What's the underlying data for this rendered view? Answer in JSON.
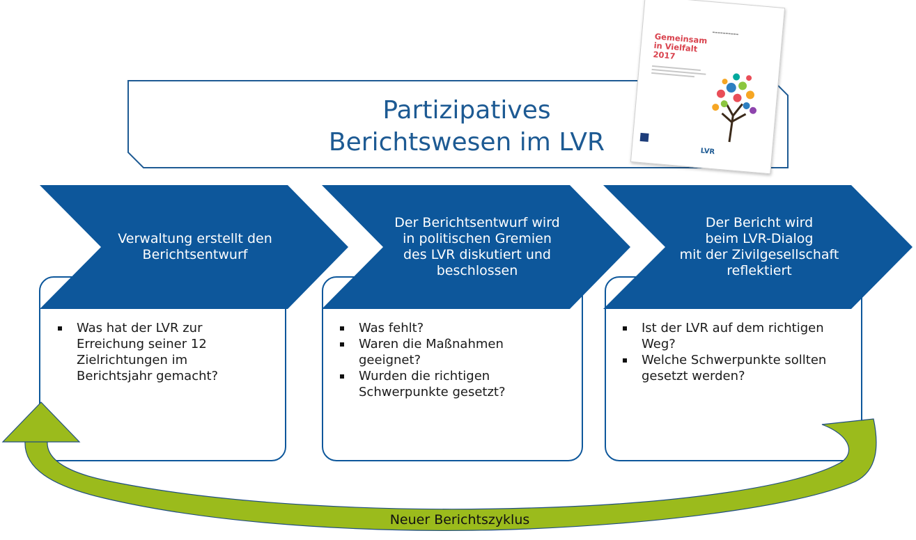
{
  "title": {
    "line1": "Partizipatives",
    "line2": "Berichtswesen im LVR"
  },
  "steps": [
    {
      "heading_lines": [
        "Verwaltung erstellt den",
        "Berichtsentwurf"
      ],
      "bullets": [
        "Was hat der LVR zur Erreichung seiner 12 Zielrichtungen im Berichtsjahr gemacht?"
      ]
    },
    {
      "heading_lines": [
        "Der Berichtsentwurf wird",
        "in politischen Gremien",
        "des LVR diskutiert und",
        "beschlossen"
      ],
      "bullets": [
        "Was fehlt?",
        "Waren die Maßnahmen geeignet?",
        "Wurden die richtigen Schwerpunkte gesetzt?"
      ]
    },
    {
      "heading_lines": [
        "Der Bericht wird",
        "beim LVR-Dialog",
        "mit der Zivilgesellschaft",
        "reflektiert"
      ],
      "bullets": [
        "Ist der LVR auf dem richtigen Weg?",
        "Welche Schwerpunkte sollten gesetzt werden?"
      ]
    }
  ],
  "cycle_label": "Neuer Berichtszyklus",
  "brochure": {
    "title_lines": [
      "Gemeinsam",
      "in Vielfalt",
      "2017"
    ],
    "logo_text": "LVR"
  },
  "colors": {
    "chevron": "#0d579b",
    "title": "#1d5a93",
    "box_border": "#0d579b",
    "cycle_arrow": "#9bbb1c",
    "cycle_arrow_edge": "#1f4d82",
    "brochure_accent": "#d9434e"
  }
}
